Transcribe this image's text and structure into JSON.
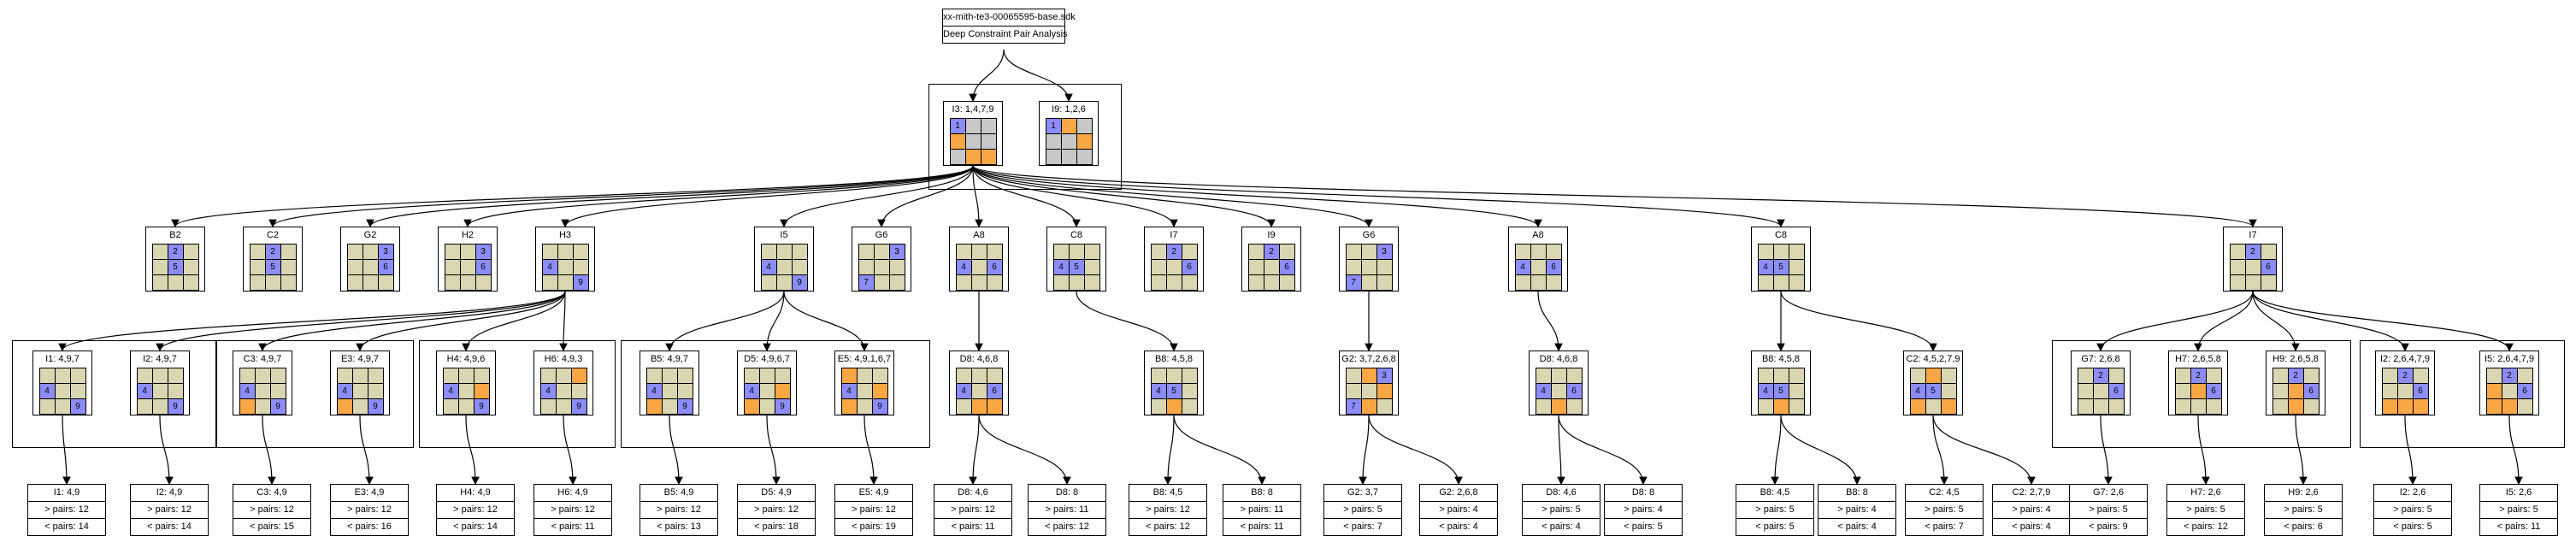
{
  "title": "xx-mith-te3-00065595-base.sdk",
  "subtitle": "Deep Constraint Pair Analysis",
  "colors": {
    "default": "#d9d6b1",
    "blue": "#8c8cfa",
    "orange": "#f9a744",
    "gray": "#c8c8c8",
    "white": "#ffffff"
  },
  "nodes": [
    {
      "id": "I3",
      "label": "I3: 1,4,7,9",
      "g": [
        "bgg",
        "ogg",
        "goo"
      ],
      "n": [
        "1",
        "",
        ""
      ]
    },
    {
      "id": "I9",
      "label": "I9: 1,2,6",
      "g": [
        "bog",
        "ggo",
        "ggg"
      ],
      "n": [
        "1",
        "",
        ""
      ]
    },
    {
      "id": "B2",
      "label": "B2",
      "g": [
        "dbd",
        "dbd",
        "ddd"
      ],
      "n": [
        "2",
        "5",
        ""
      ]
    },
    {
      "id": "C2",
      "label": "C2",
      "g": [
        "dbd",
        "dbd",
        "ddd"
      ],
      "n": [
        "2",
        "5",
        ""
      ]
    },
    {
      "id": "G2",
      "label": "G2",
      "g": [
        "ddb",
        "ddb",
        "ddd"
      ],
      "n": [
        "3",
        "6",
        ""
      ]
    },
    {
      "id": "H2",
      "label": "H2",
      "g": [
        "ddb",
        "ddb",
        "ddd"
      ],
      "n": [
        "3",
        "6",
        ""
      ]
    },
    {
      "id": "H3",
      "label": "H3",
      "g": [
        "ddd",
        "bdd",
        "ddb"
      ],
      "n": [
        "",
        "4",
        "9"
      ]
    },
    {
      "id": "I5",
      "label": "I5",
      "g": [
        "ddd",
        "bdd",
        "ddb"
      ],
      "n": [
        "",
        "4",
        "9"
      ]
    },
    {
      "id": "G6",
      "label": "G6",
      "g": [
        "ddb",
        "ddd",
        "bdd"
      ],
      "n": [
        "3",
        "",
        "7"
      ]
    },
    {
      "id": "A8",
      "label": "A8",
      "g": [
        "ddd",
        "bdb",
        "ddd"
      ],
      "n": [
        "",
        "4 6",
        ""
      ]
    },
    {
      "id": "C8",
      "label": "C8",
      "g": [
        "ddd",
        "bbd",
        "ddd"
      ],
      "n": [
        "",
        "4 5",
        ""
      ]
    },
    {
      "id": "I7",
      "label": "I7",
      "g": [
        "dbd",
        "ddb",
        "ddd"
      ],
      "n": [
        "2",
        "6",
        ""
      ]
    },
    {
      "id": "I9b",
      "label": "I9",
      "g": [
        "dbd",
        "ddb",
        "ddd"
      ],
      "n": [
        "2",
        "6",
        ""
      ]
    },
    {
      "id": "G6b",
      "label": "G6",
      "g": [
        "ddb",
        "ddd",
        "bdd"
      ],
      "n": [
        "3",
        "",
        "7"
      ]
    },
    {
      "id": "A8b",
      "label": "A8",
      "g": [
        "ddd",
        "bdb",
        "ddd"
      ],
      "n": [
        "",
        "4 6",
        ""
      ]
    },
    {
      "id": "C8b",
      "label": "C8",
      "g": [
        "ddd",
        "bbd",
        "ddd"
      ],
      "n": [
        "",
        "4 5",
        ""
      ]
    },
    {
      "id": "I7b",
      "label": "I7",
      "g": [
        "dbd",
        "ddb",
        "ddd"
      ],
      "n": [
        "2",
        "6",
        ""
      ]
    },
    {
      "id": "I1",
      "label": "I1: 4,9,7",
      "g": [
        "ddd",
        "bdd",
        "ddb"
      ],
      "n": [
        "",
        "4",
        "9"
      ]
    },
    {
      "id": "I2",
      "label": "I2: 4,9,7",
      "g": [
        "ddd",
        "bdd",
        "ddb"
      ],
      "n": [
        "",
        "4",
        "9"
      ]
    },
    {
      "id": "C3",
      "label": "C3: 4,9,7",
      "g": [
        "ddd",
        "bdd",
        "odb"
      ],
      "n": [
        "",
        "4",
        "9"
      ]
    },
    {
      "id": "E3",
      "label": "E3: 4,9,7",
      "g": [
        "ddd",
        "bdd",
        "odb"
      ],
      "n": [
        "",
        "4",
        "9"
      ]
    },
    {
      "id": "H4",
      "label": "H4: 4,9,6",
      "g": [
        "ddd",
        "bdo",
        "ddb"
      ],
      "n": [
        "",
        "4",
        "9"
      ]
    },
    {
      "id": "H6",
      "label": "H6: 4,9,3",
      "g": [
        "ddo",
        "bdd",
        "ddb"
      ],
      "n": [
        "",
        "4",
        "9"
      ]
    },
    {
      "id": "B5",
      "label": "B5: 4,9,7",
      "g": [
        "ddd",
        "bdd",
        "odb"
      ],
      "n": [
        "",
        "4",
        "9"
      ]
    },
    {
      "id": "D5",
      "label": "D5: 4,9,6,7",
      "g": [
        "ddd",
        "bdo",
        "odb"
      ],
      "n": [
        "",
        "4",
        "9"
      ]
    },
    {
      "id": "E5",
      "label": "E5: 4,9,1,6,7",
      "g": [
        "odd",
        "bdo",
        "odb"
      ],
      "n": [
        "",
        "4",
        "9"
      ]
    },
    {
      "id": "D8",
      "label": "D8: 4,6,8",
      "g": [
        "ddd",
        "bdb",
        "doo"
      ],
      "n": [
        "",
        "4 6",
        ""
      ]
    },
    {
      "id": "B8",
      "label": "B8: 4,5,8",
      "g": [
        "ddd",
        "bbd",
        "dod"
      ],
      "n": [
        "",
        "4 5",
        ""
      ]
    },
    {
      "id": "G2b",
      "label": "G2: 3,7,2,6,8",
      "g": [
        "dob",
        "ddo",
        "bod"
      ],
      "n": [
        "3",
        "",
        "7"
      ]
    },
    {
      "id": "D8b",
      "label": "D8: 4,6,8",
      "g": [
        "ddd",
        "bdb",
        "dod"
      ],
      "n": [
        "",
        "4 6",
        ""
      ]
    },
    {
      "id": "B8b",
      "label": "B8: 4,5,8",
      "g": [
        "ddd",
        "bbd",
        "dod"
      ],
      "n": [
        "",
        "4 5",
        ""
      ]
    },
    {
      "id": "C2b",
      "label": "C2: 4,5,2,7,9",
      "g": [
        "dod",
        "bbd",
        "odo"
      ],
      "n": [
        "",
        "4 5",
        ""
      ]
    },
    {
      "id": "G7",
      "label": "G7: 2,6,8",
      "g": [
        "dbd",
        "ddb",
        "ddd"
      ],
      "n": [
        "2",
        "6",
        ""
      ]
    },
    {
      "id": "H7",
      "label": "H7: 2,6,5,8",
      "g": [
        "dbd",
        "dob",
        "ddd"
      ],
      "n": [
        "2",
        "6",
        ""
      ]
    },
    {
      "id": "H9",
      "label": "H9: 2,6,5,8",
      "g": [
        "dbd",
        "dob",
        "dod"
      ],
      "n": [
        "2",
        "6",
        ""
      ]
    },
    {
      "id": "I2b",
      "label": "I2: 2,6,4,7,9",
      "g": [
        "dbd",
        "ddb",
        "ooo"
      ],
      "n": [
        "2",
        "6",
        ""
      ]
    },
    {
      "id": "I5b",
      "label": "I5: 2,6,4,7,9",
      "g": [
        "dbd",
        "odb",
        "ood"
      ],
      "n": [
        "2",
        "6",
        ""
      ]
    }
  ],
  "leaves": [
    {
      "label": "I1: 4,9",
      "a": "> pairs: 12",
      "b": "< pairs: 14"
    },
    {
      "label": "I2: 4,9",
      "a": "> pairs: 12",
      "b": "< pairs: 14"
    },
    {
      "label": "C3: 4,9",
      "a": "> pairs: 12",
      "b": "< pairs: 15"
    },
    {
      "label": "E3: 4,9",
      "a": "> pairs: 12",
      "b": "< pairs: 16"
    },
    {
      "label": "H4: 4,9",
      "a": "> pairs: 12",
      "b": "< pairs: 14"
    },
    {
      "label": "H6: 4,9",
      "a": "> pairs: 12",
      "b": "< pairs: 11"
    },
    {
      "label": "B5: 4,9",
      "a": "> pairs: 12",
      "b": "< pairs: 13"
    },
    {
      "label": "D5: 4,9",
      "a": "> pairs: 12",
      "b": "< pairs: 18"
    },
    {
      "label": "E5: 4,9",
      "a": "> pairs: 12",
      "b": "< pairs: 19"
    },
    {
      "label": "D8: 4,6",
      "a": "> pairs: 12",
      "b": "< pairs: 11"
    },
    {
      "label": "D8: 8",
      "a": "> pairs: 11",
      "b": "< pairs: 12"
    },
    {
      "label": "B8: 4,5",
      "a": "> pairs: 12",
      "b": "< pairs: 12"
    },
    {
      "label": "B8: 8",
      "a": "> pairs: 11",
      "b": "< pairs: 11"
    },
    {
      "label": "G2: 3,7",
      "a": "> pairs: 5",
      "b": "< pairs: 7"
    },
    {
      "label": "G2: 2,6,8",
      "a": "> pairs: 4",
      "b": "< pairs: 4"
    },
    {
      "label": "D8: 4,6",
      "a": "> pairs: 5",
      "b": "< pairs: 4"
    },
    {
      "label": "D8: 8",
      "a": "> pairs: 4",
      "b": "< pairs: 5"
    },
    {
      "label": "B8: 4,5",
      "a": "> pairs: 5",
      "b": "< pairs: 5"
    },
    {
      "label": "B8: 8",
      "a": "> pairs: 4",
      "b": "< pairs: 4"
    },
    {
      "label": "C2: 4,5",
      "a": "> pairs: 5",
      "b": "< pairs: 7"
    },
    {
      "label": "C2: 2,7,9",
      "a": "> pairs: 4",
      "b": "< pairs: 4"
    },
    {
      "label": "G7: 2,6",
      "a": "> pairs: 5",
      "b": "< pairs: 9"
    },
    {
      "label": "H7: 2,6",
      "a": "> pairs: 5",
      "b": "< pairs: 12"
    },
    {
      "label": "H9: 2,6",
      "a": "> pairs: 5",
      "b": "< pairs: 6"
    },
    {
      "label": "I2: 2,6",
      "a": "> pairs: 5",
      "b": "< pairs: 5"
    },
    {
      "label": "I5: 2,6",
      "a": "> pairs: 5",
      "b": "< pairs: 11"
    }
  ]
}
